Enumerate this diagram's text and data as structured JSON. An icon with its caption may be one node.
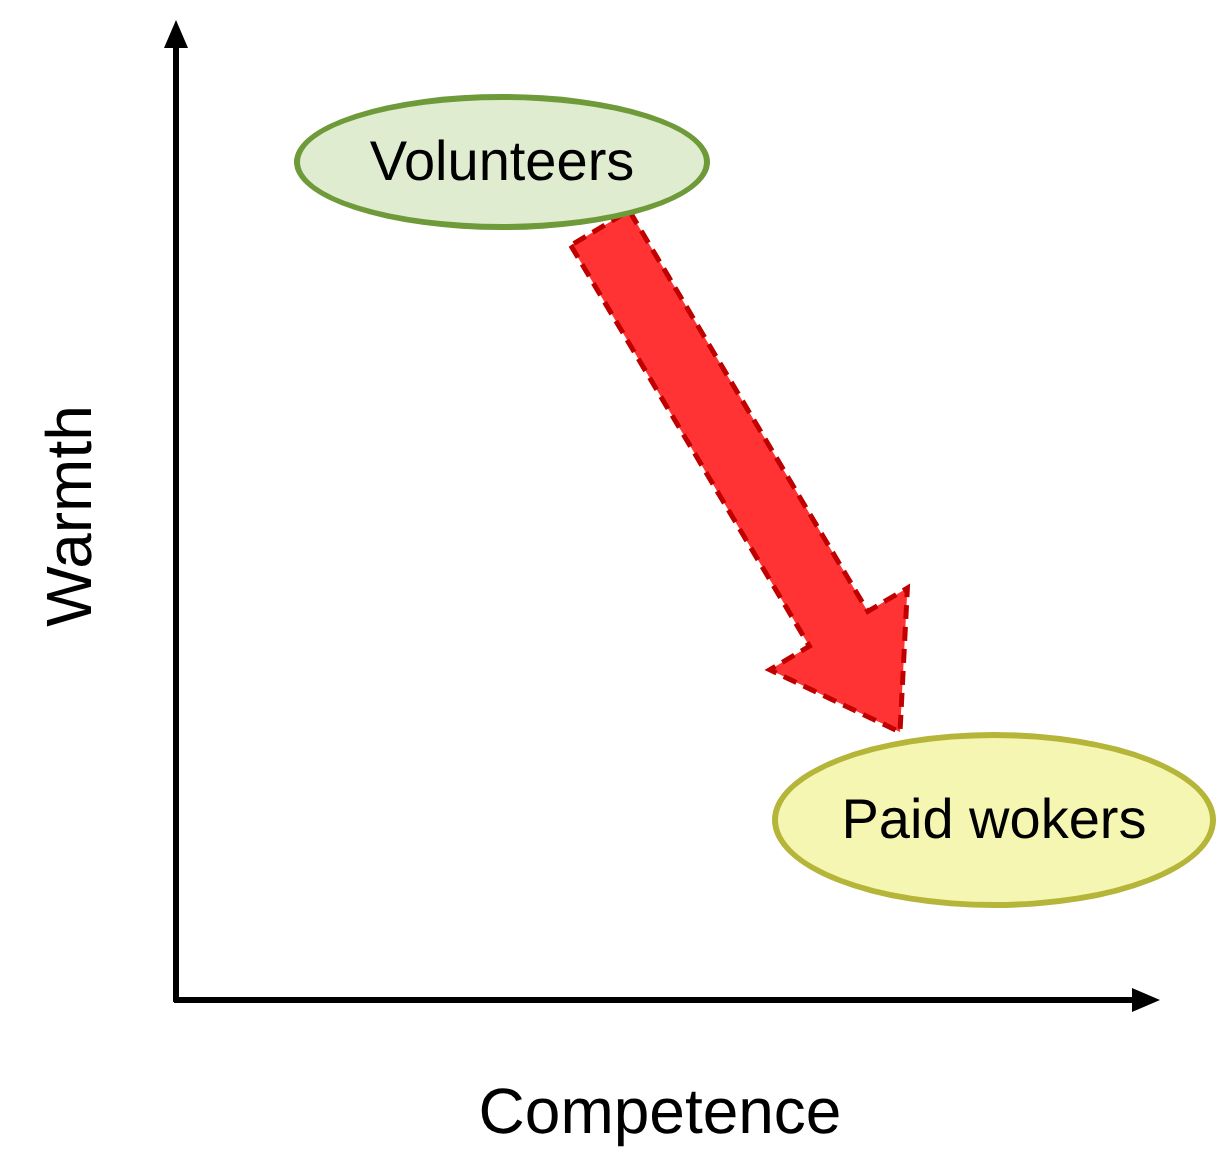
{
  "diagram": {
    "nodes": [
      {
        "text": [
          "Volunteers"
        ]
      },
      {
        "text": [
          "Paid wokers"
        ]
      }
    ],
    "edges": [
      {
        "from": 0,
        "to": 1,
        "arrow": "to",
        "style": "dashed",
        "color": "#ff3333"
      }
    ],
    "labels": [
      "Warmth",
      "Competence"
    ]
  }
}
